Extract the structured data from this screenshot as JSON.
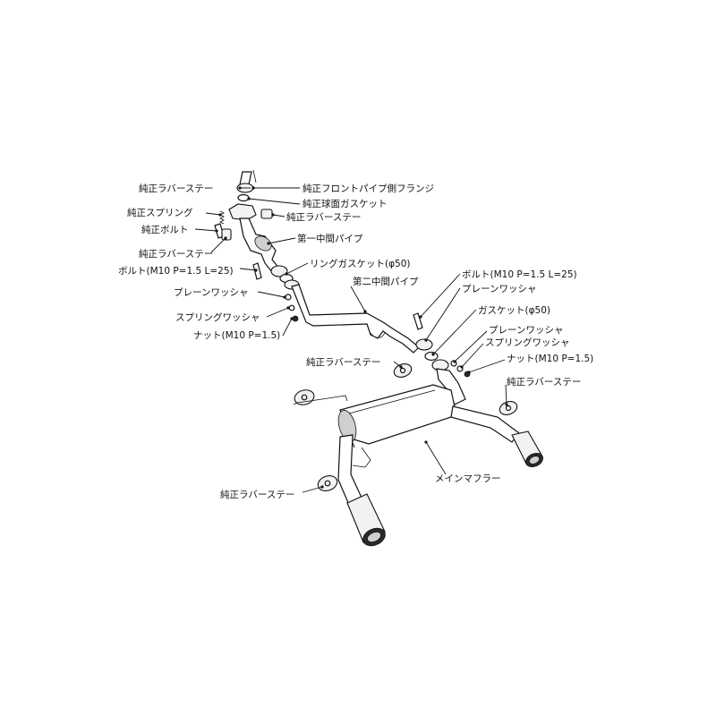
{
  "labels": {
    "rubber_stay_top": "純正ラバーステー",
    "front_flange": "純正フロントパイプ側フランジ",
    "sphere_gasket": "純正球面ガスケット",
    "spring": "純正スプリング",
    "rubber_stay_right1": "純正ラバーステー",
    "bolt_oem": "純正ボルト",
    "rubber_stay_left2": "純正ラバーステー",
    "first_mid_pipe": "第一中間パイプ",
    "bolt_m10_left": "ボルト(M10 P=1.5 L=25)",
    "ring_gasket": "リングガスケット(φ50)",
    "plain_washer_left": "プレーンワッシャ",
    "second_mid_pipe": "第二中間パイプ",
    "spring_washer_left": "スプリングワッシャ",
    "nut_left": "ナット(M10 P=1.5)",
    "bolt_m10_right": "ボルト(M10 P=1.5 L=25)",
    "plain_washer_right1": "プレーンワッシャ",
    "gasket_right": "ガスケット(φ50)",
    "plain_washer_right2": "プレーンワッシャ",
    "spring_washer_right": "スプリングワッシャ",
    "nut_right": "ナット(M10 P=1.5)",
    "rubber_stay_mid": "純正ラバーステー",
    "rubber_stay_far_right": "純正ラバーステー",
    "main_muffler": "メインマフラー",
    "rubber_stay_bottom": "純正ラバーステー"
  }
}
